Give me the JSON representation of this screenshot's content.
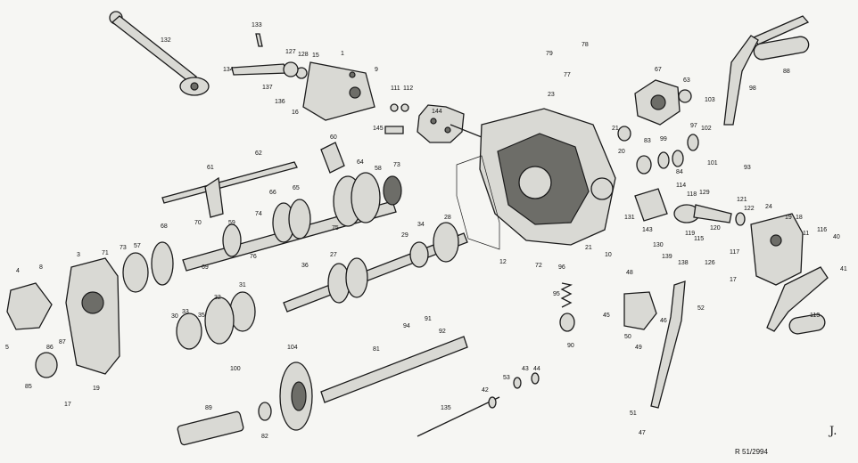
{
  "reference": "R 51/2994",
  "signature": "J.",
  "labels": [
    "132",
    "133",
    "134",
    "127",
    "128",
    "15",
    "1",
    "9",
    "137",
    "136",
    "16",
    "111",
    "112",
    "145",
    "144",
    "23",
    "79",
    "78",
    "77",
    "67",
    "63",
    "98",
    "88",
    "103",
    "102",
    "101",
    "93",
    "97",
    "21",
    "20",
    "83",
    "99",
    "84",
    "62",
    "61",
    "60",
    "64",
    "58",
    "73",
    "66",
    "65",
    "74",
    "75",
    "70",
    "59",
    "68",
    "71",
    "57",
    "73",
    "76",
    "69",
    "4",
    "8",
    "3",
    "72",
    "12",
    "96",
    "95",
    "90",
    "29",
    "28",
    "34",
    "36",
    "27",
    "31",
    "32",
    "35",
    "33",
    "30",
    "114",
    "118",
    "129",
    "131",
    "143",
    "130",
    "139",
    "138",
    "119",
    "115",
    "120",
    "121",
    "122",
    "24",
    "19",
    "18",
    "11",
    "116",
    "40",
    "41",
    "135",
    "126",
    "117",
    "17",
    "113",
    "48",
    "46",
    "45",
    "50",
    "49",
    "52",
    "5",
    "86",
    "87",
    "85",
    "19",
    "17",
    "100",
    "104",
    "89",
    "82",
    "81",
    "94",
    "91",
    "92",
    "42",
    "53",
    "43",
    "44",
    "51",
    "47",
    "21",
    "10"
  ]
}
